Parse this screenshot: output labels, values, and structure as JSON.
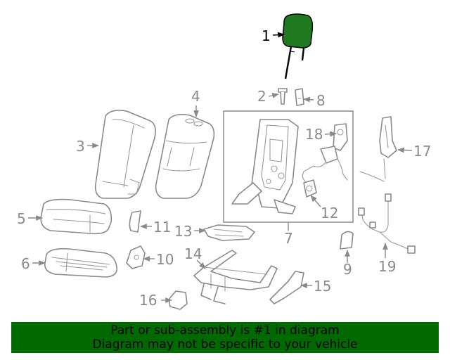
{
  "diagram": {
    "callouts": [
      "1",
      "2",
      "3",
      "4",
      "5",
      "6",
      "7",
      "8",
      "9",
      "10",
      "11",
      "12",
      "13",
      "14",
      "15",
      "16",
      "17",
      "18",
      "19"
    ],
    "highlight_color": "#1f7a1f"
  },
  "banner": {
    "line1": "Part or sub-assembly is #1 in diagram",
    "line2": "Diagram may not be specific to your vehicle",
    "background": "#006a00"
  }
}
